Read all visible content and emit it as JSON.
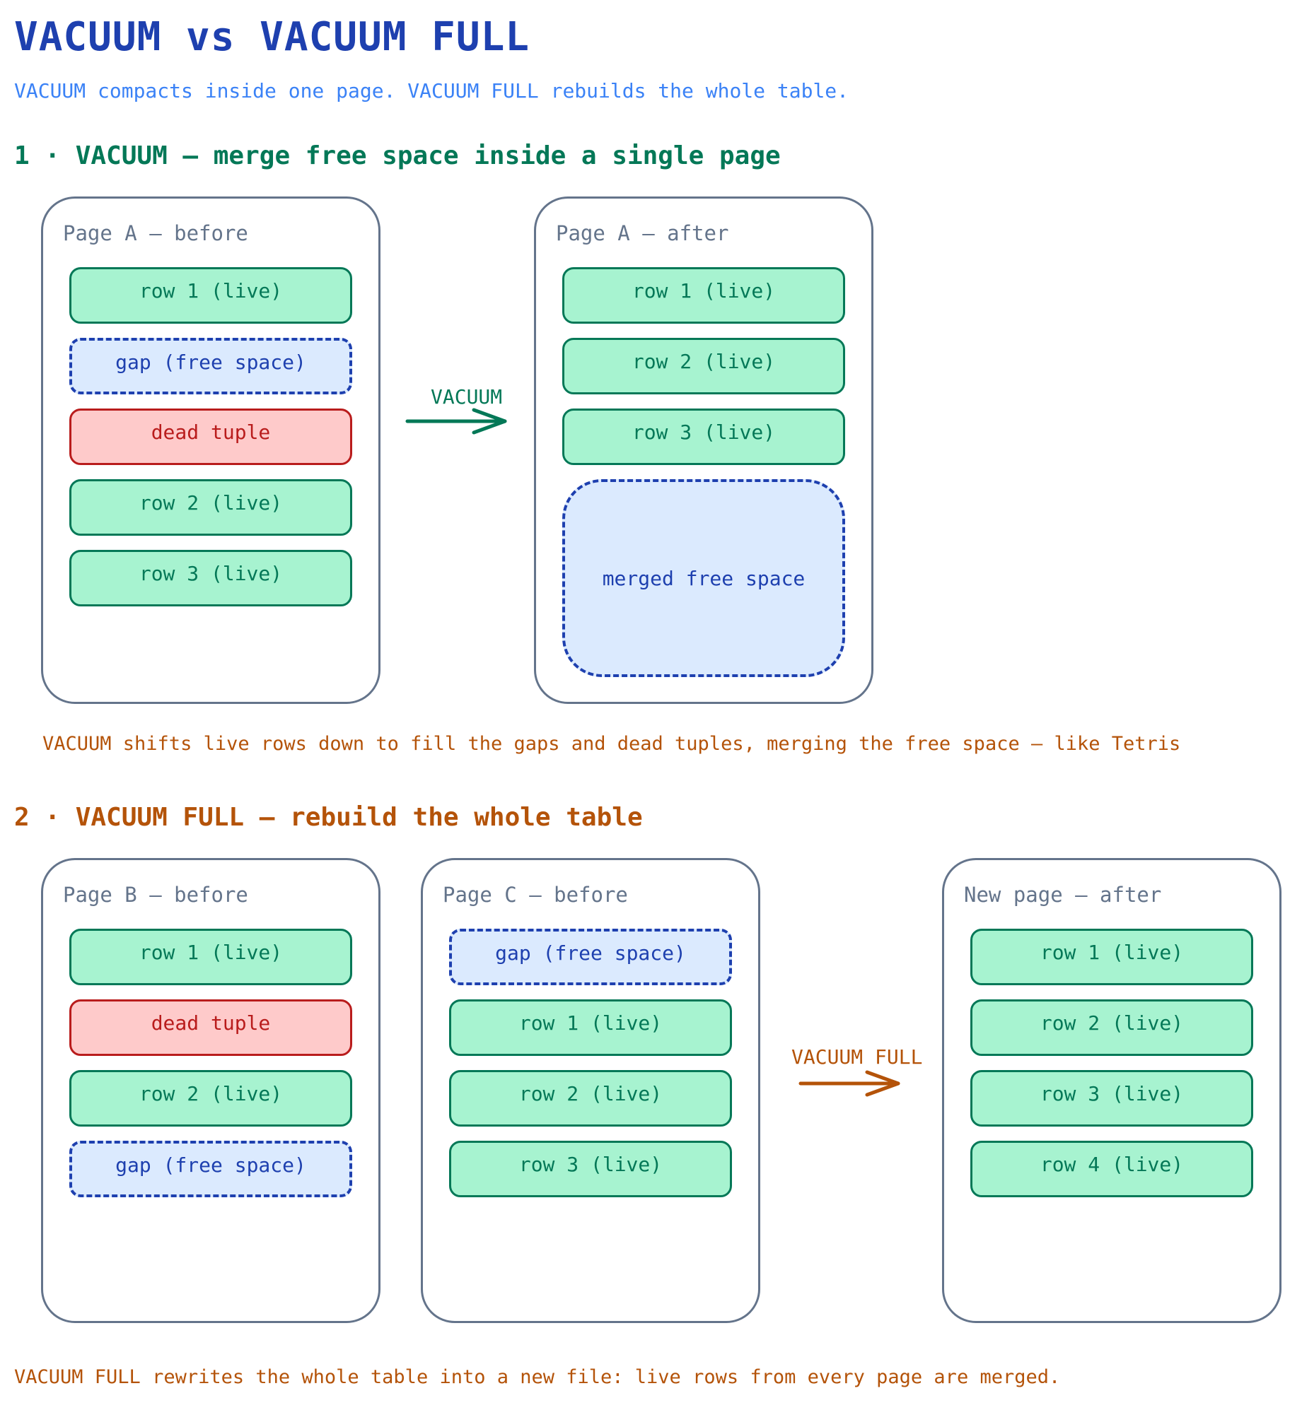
{
  "title": "VACUUM vs VACUUM FULL",
  "subtitle": "VACUUM compacts inside one page. VACUUM FULL rebuilds the whole table.",
  "section1": {
    "heading": "1 · VACUUM — merge free space inside a single page",
    "page_before": {
      "title": "Page A — before",
      "slots": [
        "row 1 (live)",
        "gap (free space)",
        "dead tuple",
        "row 2 (live)",
        "row 3 (live)"
      ]
    },
    "arrow_label": "VACUUM",
    "page_after": {
      "title": "Page A — after",
      "slots": [
        "row 1 (live)",
        "row 2 (live)",
        "row 3 (live)"
      ],
      "merged_label": "merged free space"
    },
    "note": "VACUUM shifts live rows down to fill the gaps and dead tuples, merging the free space — like Tetris"
  },
  "section2": {
    "heading": "2 · VACUUM FULL — rebuild the whole table",
    "page_b": {
      "title": "Page B — before",
      "slots": [
        "row 1 (live)",
        "dead tuple",
        "row 2 (live)",
        "gap (free space)"
      ]
    },
    "page_c": {
      "title": "Page C — before",
      "slots": [
        "gap (free space)",
        "row 1 (live)",
        "row 2 (live)",
        "row 3 (live)"
      ]
    },
    "arrow_label": "VACUUM FULL",
    "page_new": {
      "title": "New page — after",
      "slots": [
        "row 1 (live)",
        "row 2 (live)",
        "row 3 (live)",
        "row 4 (live)"
      ]
    },
    "note": "VACUUM FULL rewrites the whole table into a new file: live rows from every page are merged."
  },
  "colors": {
    "title": "#1e40af",
    "subtitle": "#3b82f6",
    "vacuum_green": "#047857",
    "vacuum_full_orange": "#b45309",
    "live_fill": "#a7f3d0",
    "gap_fill": "#dbeafe",
    "dead_fill": "#fecaca",
    "dead_text": "#b91c1c",
    "page_border": "#64748b"
  }
}
